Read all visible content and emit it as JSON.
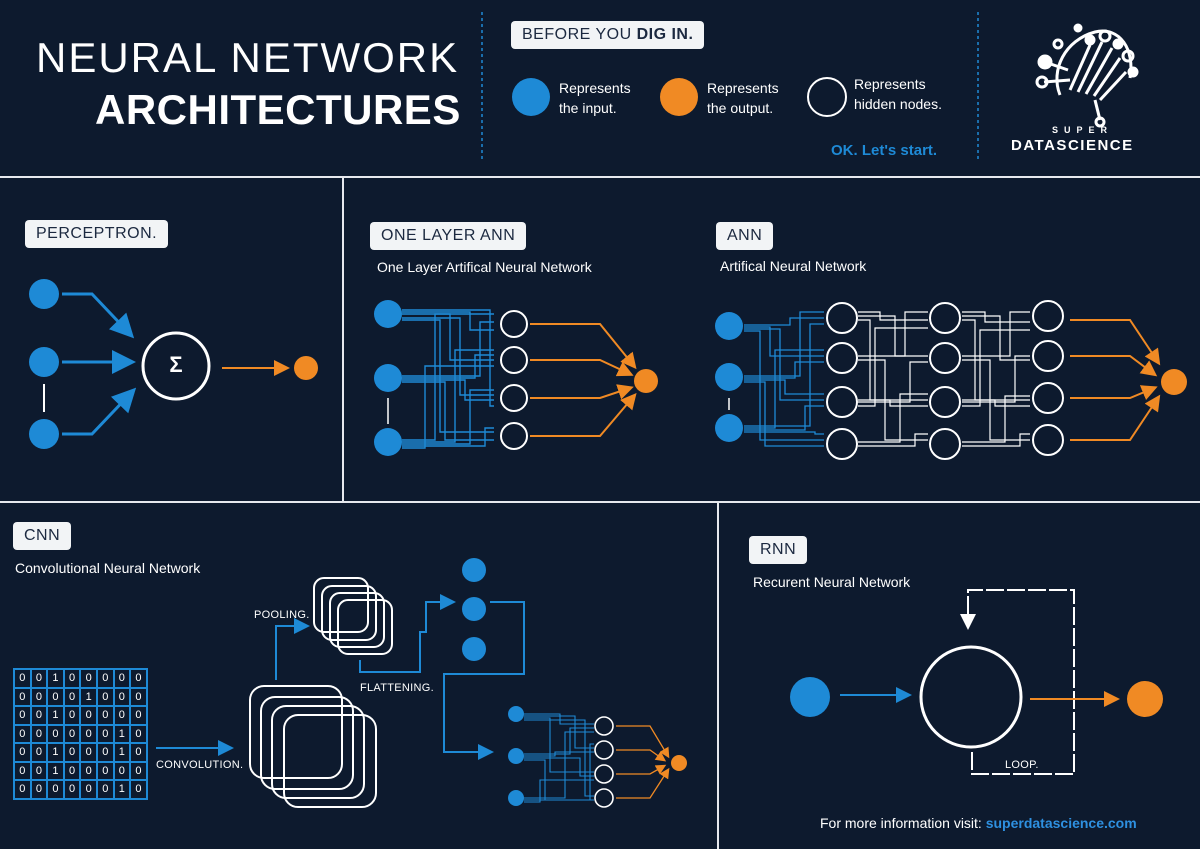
{
  "header": {
    "title_line1": "NEURAL NETWORK",
    "title_line2": "ARCHITECTURES",
    "before_pill_prefix": "BEFORE YOU ",
    "before_pill_bold": "DIG IN.",
    "legend": [
      {
        "line1": "Represents",
        "line2": "the input.",
        "color": "#1e8ad6",
        "kind": "input"
      },
      {
        "line1": "Represents",
        "line2": "the output.",
        "color": "#f08a24",
        "kind": "output"
      },
      {
        "line1": "Represents",
        "line2": "hidden nodes.",
        "color": "#ffffff",
        "kind": "hidden"
      }
    ],
    "start_text": "OK. Let's start.",
    "logo_word1": "SUPER",
    "logo_word2": "DATASCIENCE"
  },
  "colors": {
    "background": "#0d1a2e",
    "input": "#1e8ad6",
    "output": "#f08a24",
    "hidden": "#ffffff",
    "divider": "#e6e9ee"
  },
  "perceptron": {
    "label": "PERCEPTRON.",
    "function_symbol": "Σ"
  },
  "one_layer": {
    "label": "ONE LAYER ANN",
    "subtitle": "One Layer Artifical  Neural Network"
  },
  "ann": {
    "label": "ANN",
    "subtitle": "Artifical  Neural Network"
  },
  "cnn": {
    "label": "CNN",
    "subtitle": "Convolutional Neural Network",
    "pooling": "POOLING.",
    "flattening": "FLATTENING.",
    "convolution": "CONVOLUTION.",
    "matrix": [
      [
        "0",
        "0",
        "1",
        "0",
        "0",
        "0",
        "0",
        "0"
      ],
      [
        "0",
        "0",
        "0",
        "0",
        "1",
        "0",
        "0",
        "0"
      ],
      [
        "0",
        "0",
        "1",
        "0",
        "0",
        "0",
        "0",
        "0"
      ],
      [
        "0",
        "0",
        "0",
        "0",
        "0",
        "0",
        "1",
        "0"
      ],
      [
        "0",
        "0",
        "1",
        "0",
        "0",
        "0",
        "1",
        "0"
      ],
      [
        "0",
        "0",
        "1",
        "0",
        "0",
        "0",
        "0",
        "0"
      ],
      [
        "0",
        "0",
        "0",
        "0",
        "0",
        "0",
        "1",
        "0"
      ]
    ]
  },
  "rnn": {
    "label": "RNN",
    "subtitle": "Recurent Neural Network",
    "loop": "LOOP."
  },
  "footer": {
    "prefix": "For more information visit: ",
    "link": "superdatascience.com"
  }
}
